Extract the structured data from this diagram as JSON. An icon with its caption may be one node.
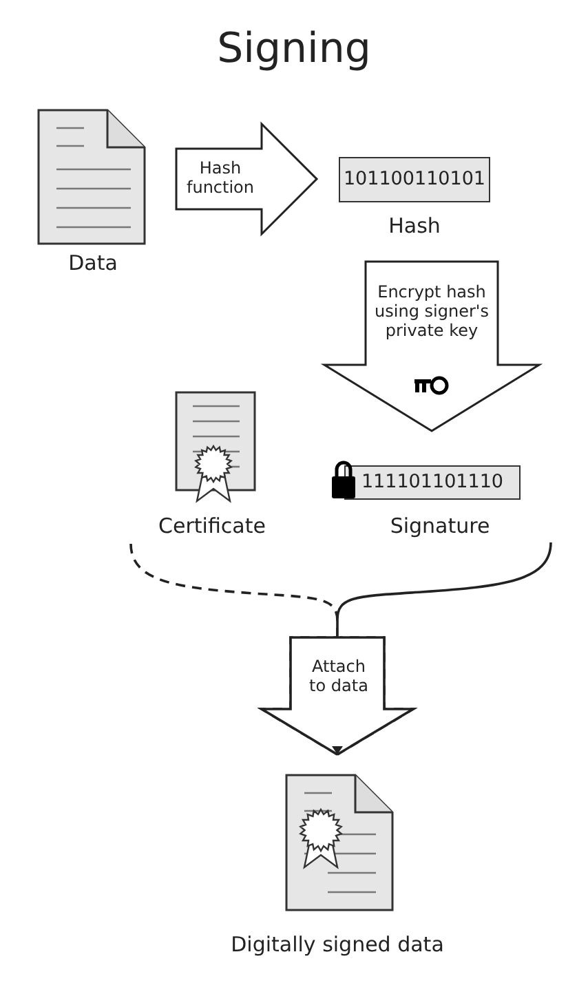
{
  "diagram": {
    "title": "Signing",
    "nodes": [
      {
        "text": [
          "Data"
        ]
      },
      {
        "text": [
          "101100110101"
        ],
        "beside": [
          "Hash"
        ]
      },
      {
        "text": [
          "Certificate"
        ]
      },
      {
        "text": [
          "111101101110"
        ],
        "beside": [
          "Signature"
        ]
      },
      {
        "text": [
          "Digitally signed data"
        ]
      }
    ],
    "edges": [
      {
        "from": 0,
        "to": 1,
        "arrow": "to",
        "label": "Hash function"
      },
      {
        "from": 1,
        "to": 3,
        "arrow": "to",
        "label": "Encrypt hash using signer's private key"
      },
      {
        "from": 2,
        "to": 4,
        "arrow": "to",
        "style": "dashed",
        "label": "Attach to data"
      },
      {
        "from": 3,
        "to": 4,
        "arrow": "to"
      }
    ]
  }
}
